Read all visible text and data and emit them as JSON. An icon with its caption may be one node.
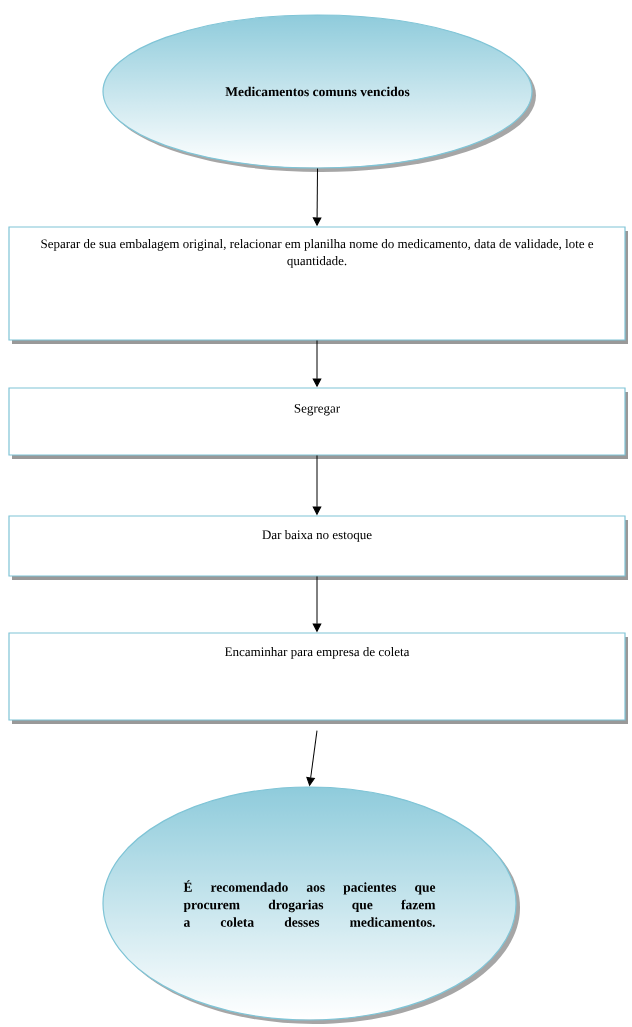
{
  "diagram": {
    "nodes": [
      {
        "text": [
          "Medicamentos comuns vencidos"
        ]
      },
      {
        "text": [
          "Separar de sua embalagem original, relacionar em planilha nome do medicamento, data de validade, lote e quantidade."
        ]
      },
      {
        "text": [
          "Segregar"
        ]
      },
      {
        "text": [
          "Dar baixa no  estoque"
        ]
      },
      {
        "text": [
          "Encaminhar para empresa de coleta"
        ]
      },
      {
        "text": [
          "É recomendado aos pacientes que procurem drogarias que fazem a coleta desses medicamentos."
        ]
      }
    ],
    "edges": [
      {
        "from": 0,
        "to": 1,
        "arrow": "to"
      },
      {
        "from": 1,
        "to": 2,
        "arrow": "to"
      },
      {
        "from": 2,
        "to": 3,
        "arrow": "to"
      },
      {
        "from": 3,
        "to": 4,
        "arrow": "to"
      },
      {
        "from": 4,
        "to": 5,
        "arrow": "to"
      }
    ]
  }
}
